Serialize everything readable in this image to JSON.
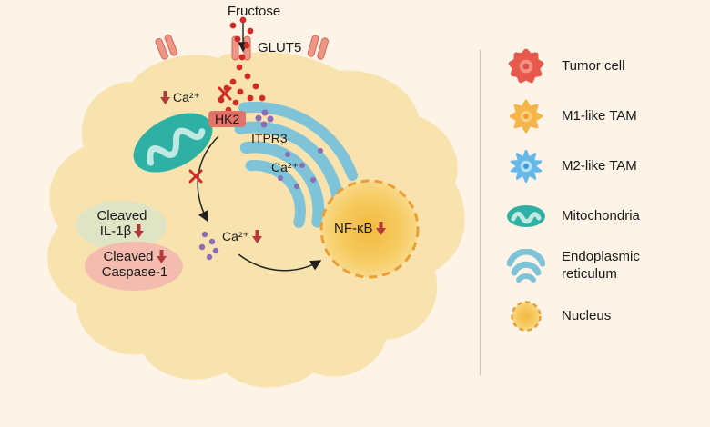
{
  "diagram": {
    "fructose_label": "Fructose",
    "glut5_label": "GLUT5",
    "ca_membrane_label": "Ca²⁺",
    "hk2_label": "HK2",
    "itpr3_label": "ITPR3",
    "ca_er_label": "Ca²⁺",
    "ca_cytosol_label": "Ca²⁺",
    "nfkb_label": "NF-κB",
    "cleaved_il1b_line1": "Cleaved",
    "cleaved_il1b_line2": "IL-1β",
    "cleaved_casp1_line1": "Cleaved",
    "cleaved_casp1_line2": "Caspase-1"
  },
  "legend": {
    "items": [
      {
        "icon": "tumor-cell-icon",
        "label": "Tumor cell"
      },
      {
        "icon": "m1-tam-icon",
        "label": "M1-like TAM"
      },
      {
        "icon": "m2-tam-icon",
        "label": "M2-like TAM"
      },
      {
        "icon": "mitochondria-icon",
        "label": "Mitochondria"
      },
      {
        "icon": "er-icon",
        "label": "Endoplasmic reticulum"
      },
      {
        "icon": "nucleus-icon",
        "label": "Nucleus"
      }
    ]
  },
  "colors": {
    "background": "#fdf3e6",
    "cell_body": "#f8e3ae",
    "mitochondria": "#2eb1a4",
    "mitochondria_inner": "#bfe9e2",
    "er": "#7fc3d8",
    "nucleus_core": "#f3bb42",
    "nucleus_rim": "#fae3a0",
    "nucleus_border": "#ea9f35",
    "fructose_dot": "#cf2c27",
    "calcium_dot": "#8a6db5",
    "inhibit_red": "#cf2c27",
    "decrease_arrow": "#b23a3a",
    "transporter": "#ef9585",
    "il1b_ellipse": "#dfe5c4",
    "caspase_ellipse": "#f3bcae",
    "hk2_box": "#e4746a"
  }
}
